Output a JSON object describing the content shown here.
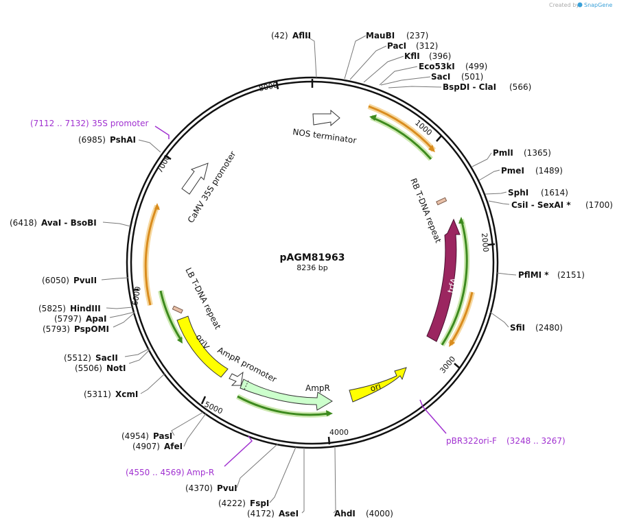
{
  "watermark": {
    "created_by": "Created by",
    "brand": "SnapGene",
    "brand_color": "#39a0d8"
  },
  "plasmid": {
    "name": "pAGM81963",
    "size_label": "8236 bp",
    "length": 8236
  },
  "ticks": [
    "1000",
    "2000",
    "3000",
    "4000",
    "5000",
    "6000",
    "7000",
    "8000"
  ],
  "sites": [
    {
      "pos": "(42)",
      "name": "AflII"
    },
    {
      "pos": "(237)",
      "name": "MauBI"
    },
    {
      "pos": "(312)",
      "name": "PacI"
    },
    {
      "pos": "(396)",
      "name": "KflI"
    },
    {
      "pos": "(499)",
      "name": "Eco53kI"
    },
    {
      "pos": "(501)",
      "name": "SacI"
    },
    {
      "pos": "(566)",
      "name": "BspDI - ClaI"
    },
    {
      "pos": "(1365)",
      "name": "PmlI"
    },
    {
      "pos": "(1489)",
      "name": "PmeI"
    },
    {
      "pos": "(1614)",
      "name": "SphI"
    },
    {
      "pos": "(1700)",
      "name": "CsiI - SexAI *"
    },
    {
      "pos": "(2151)",
      "name": "PflMI *"
    },
    {
      "pos": "(2480)",
      "name": "SfiI"
    },
    {
      "pos": "(4000)",
      "name": "AhdI"
    },
    {
      "pos": "(4172)",
      "name": "AseI"
    },
    {
      "pos": "(4222)",
      "name": "FspI"
    },
    {
      "pos": "(4370)",
      "name": "PvuI"
    },
    {
      "pos": "(4907)",
      "name": "AfeI"
    },
    {
      "pos": "(4954)",
      "name": "PasI"
    },
    {
      "pos": "(5311)",
      "name": "XcmI"
    },
    {
      "pos": "(5506)",
      "name": "NotI"
    },
    {
      "pos": "(5512)",
      "name": "SacII"
    },
    {
      "pos": "(5793)",
      "name": "PspOMI"
    },
    {
      "pos": "(5797)",
      "name": "ApaI"
    },
    {
      "pos": "(5825)",
      "name": "HindIII"
    },
    {
      "pos": "(6050)",
      "name": "PvuII"
    },
    {
      "pos": "(6418)",
      "name": "AvaI - BsoBI"
    },
    {
      "pos": "(6985)",
      "name": "PshAI"
    }
  ],
  "primers": [
    {
      "name": "35S promoter",
      "range": "(7112 .. 7132)"
    },
    {
      "name": "pBR322ori-F",
      "range": "(3248 .. 3267)"
    },
    {
      "name": "Amp-R",
      "range": "(4550 .. 4569)"
    }
  ],
  "features": [
    {
      "name": "NOS terminator",
      "color": "#ffffff"
    },
    {
      "name": "RB T-DNA repeat",
      "color": "#e8c0a8"
    },
    {
      "name": "trfA",
      "color": "#9b2660"
    },
    {
      "name": "ori",
      "color": "#ffff00"
    },
    {
      "name": "AmpR",
      "color": "#ccffcc"
    },
    {
      "name": "AmpR promoter",
      "color": "#ffffff"
    },
    {
      "name": "oriV",
      "color": "#ffff00"
    },
    {
      "name": "LB T-DNA repeat",
      "color": "#e8c0a8"
    },
    {
      "name": "CaMV 35S promoter",
      "color": "#ffffff"
    }
  ],
  "colors": {
    "orf_orange": "#d98c1e",
    "orf_green": "#3d8a1e",
    "primer": "#a030d0"
  }
}
